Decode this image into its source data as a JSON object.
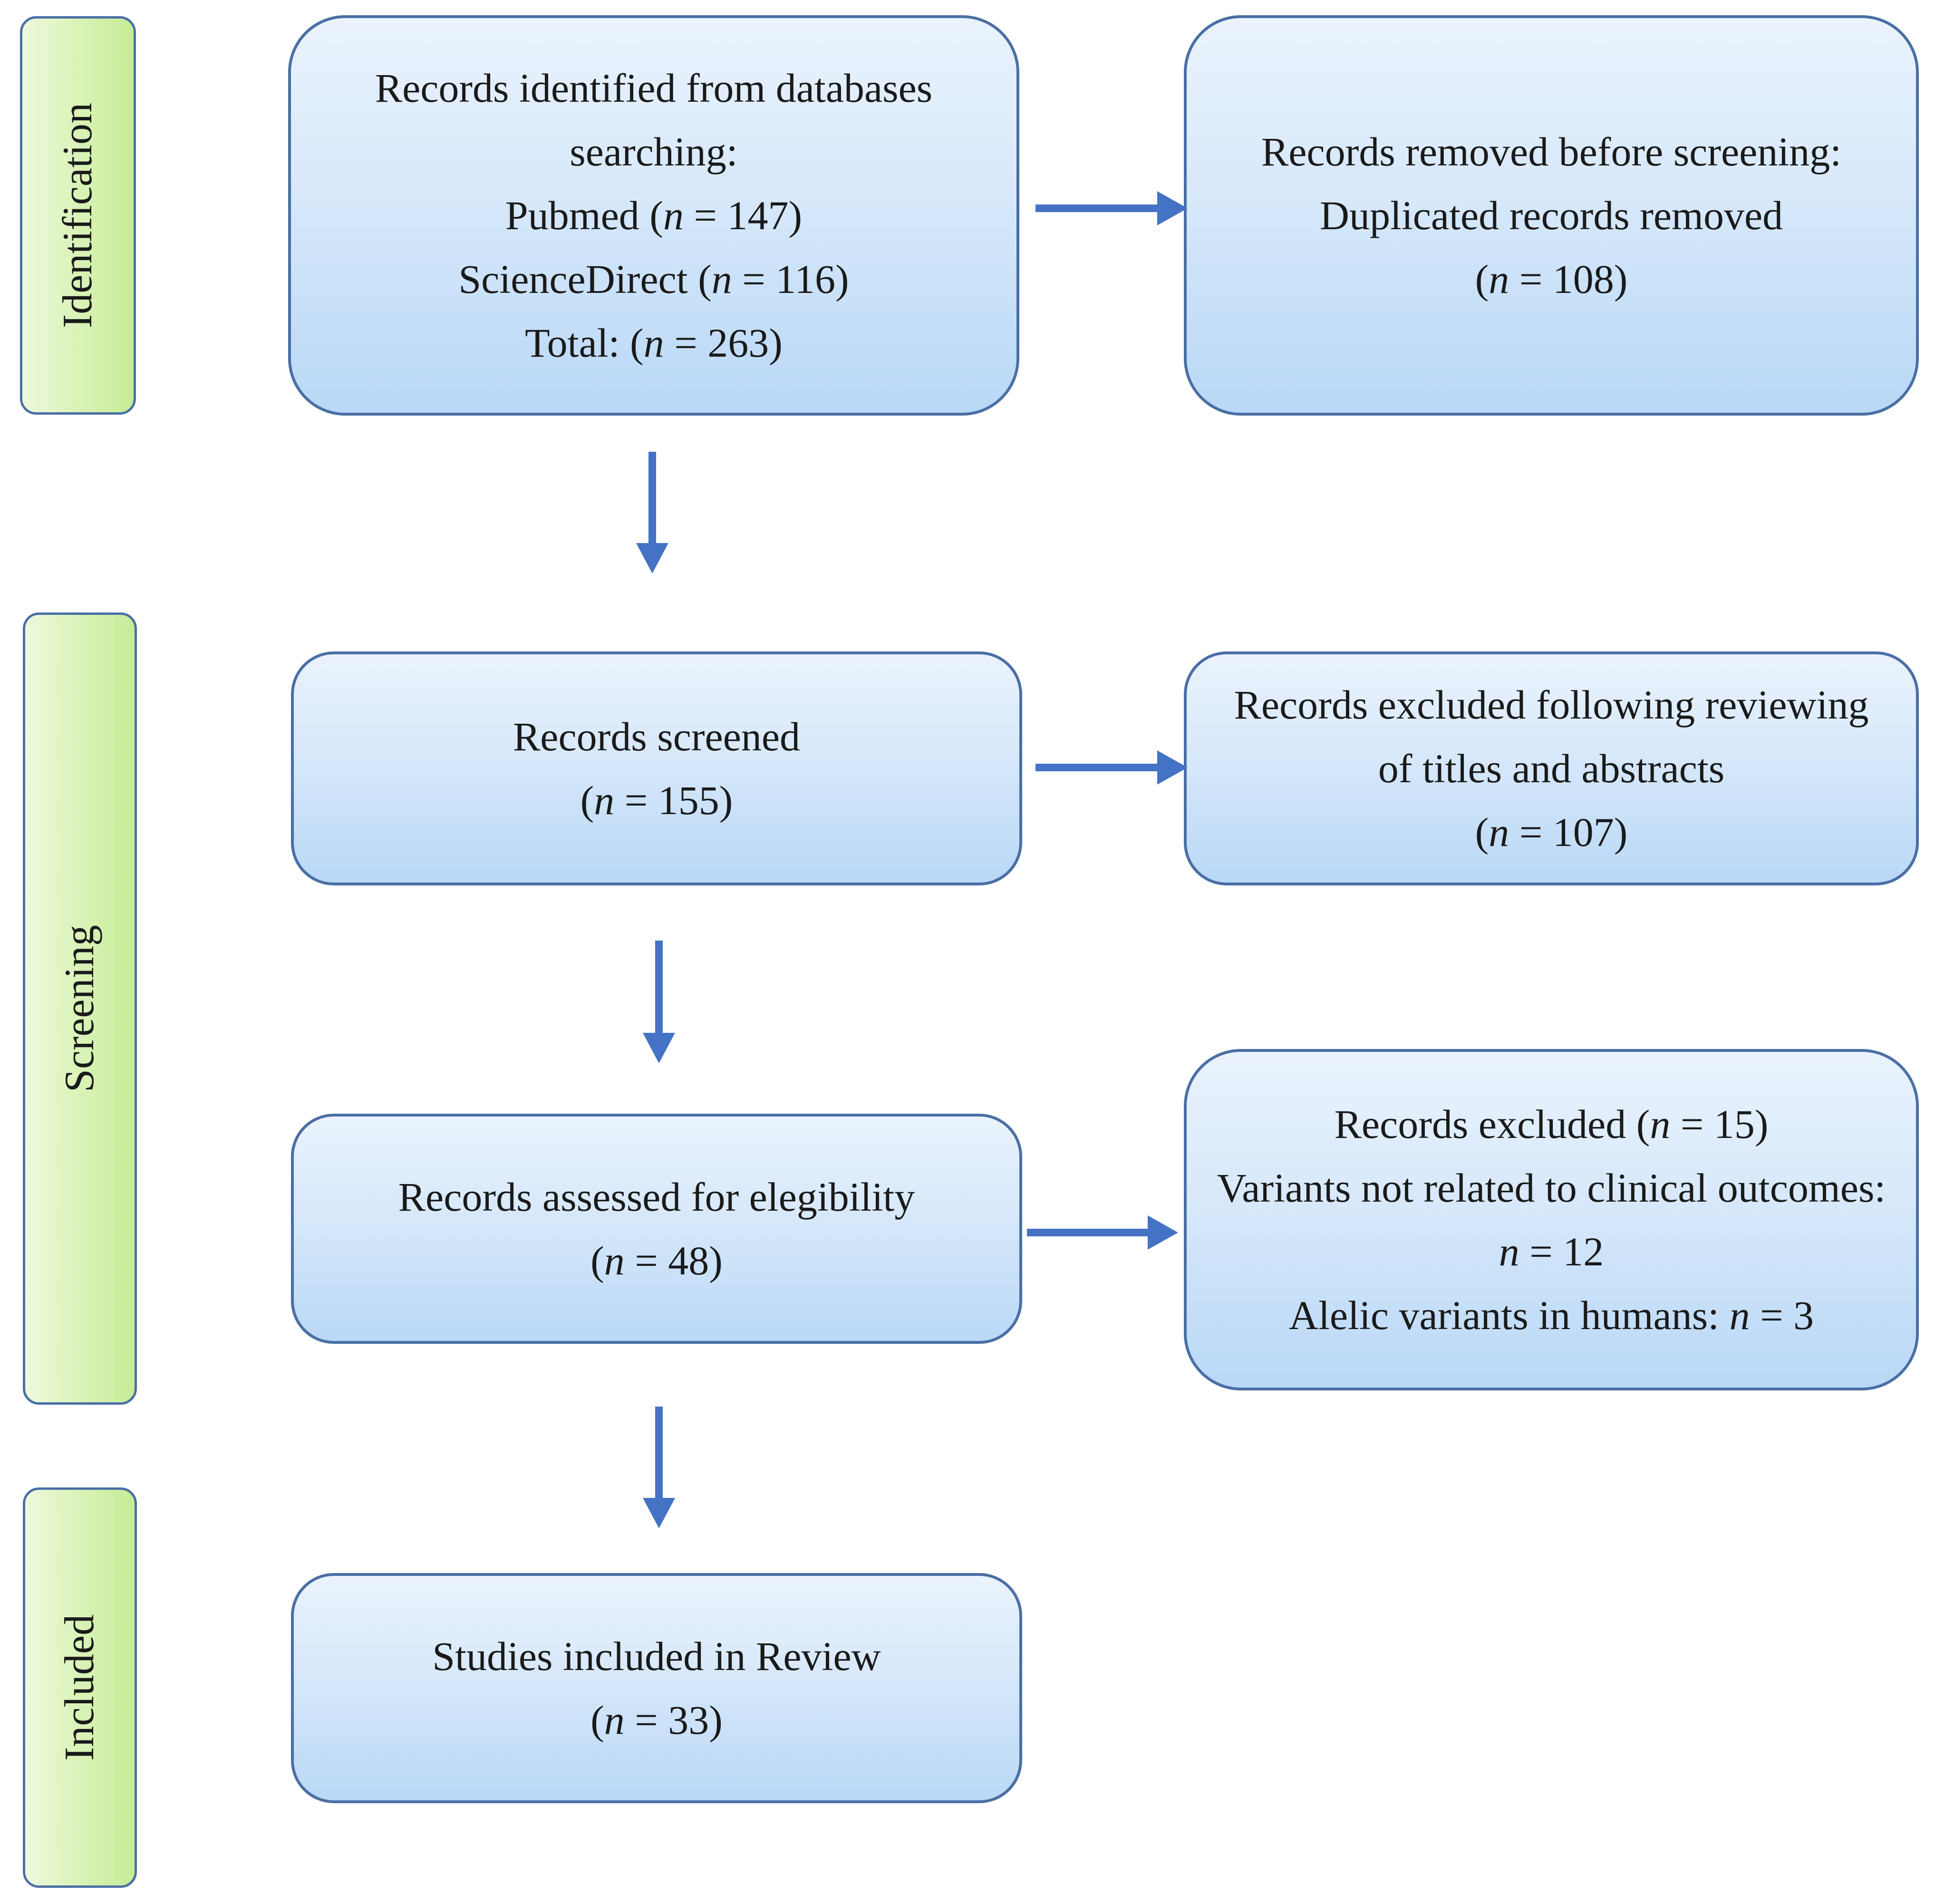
{
  "phases": {
    "identification": "Identification",
    "screening": "Screening",
    "included": "Included"
  },
  "boxes": {
    "identified": {
      "line1": "Records identified  from databases",
      "line2": "searching:",
      "pubmed_label": "Pubmed (",
      "pubmed_n": "n",
      "pubmed_rest": " = 147)",
      "sd_label": "ScienceDirect  (",
      "sd_n": "n",
      "sd_rest": " = 116)",
      "total_label": "Total:  (",
      "total_n": "n",
      "total_rest": " = 263)"
    },
    "removed": {
      "line1": "Records removed before screening:",
      "line2": "Duplicated records removed",
      "open": "(",
      "n": "n",
      "rest": " = 108)"
    },
    "screened": {
      "line1": "Records screened",
      "open": "(",
      "n": "n",
      "rest": " = 155)"
    },
    "excluded_titles": {
      "line1": "Records excluded following reviewing",
      "line2": "of titles and abstracts",
      "open": "(",
      "n": "n",
      "rest": " = 107)"
    },
    "assessed": {
      "line1": "Records assessed for elegibility",
      "open": "(",
      "n": "n",
      "rest": " = 48)"
    },
    "excluded": {
      "line1_label": "Records excluded     (",
      "line1_n": "n",
      "line1_rest": " = 15)",
      "line2": "Variants not related to clinical outcomes:",
      "line3_n": "n",
      "line3_rest": " = 12",
      "line4_label": "Alelic variants in humans: ",
      "line4_n": "n",
      "line4_rest": " = 3"
    },
    "included": {
      "line1": "Studies included in Review",
      "open": "(",
      "n": "n",
      "rest": " = 33)"
    }
  },
  "colors": {
    "arrow": "#4472c4",
    "box_border": "#4a6fa5",
    "box_fill_top": "#eaf3fd",
    "box_fill_bottom": "#b9d8f7",
    "phase_fill": "#d8f2b4"
  }
}
